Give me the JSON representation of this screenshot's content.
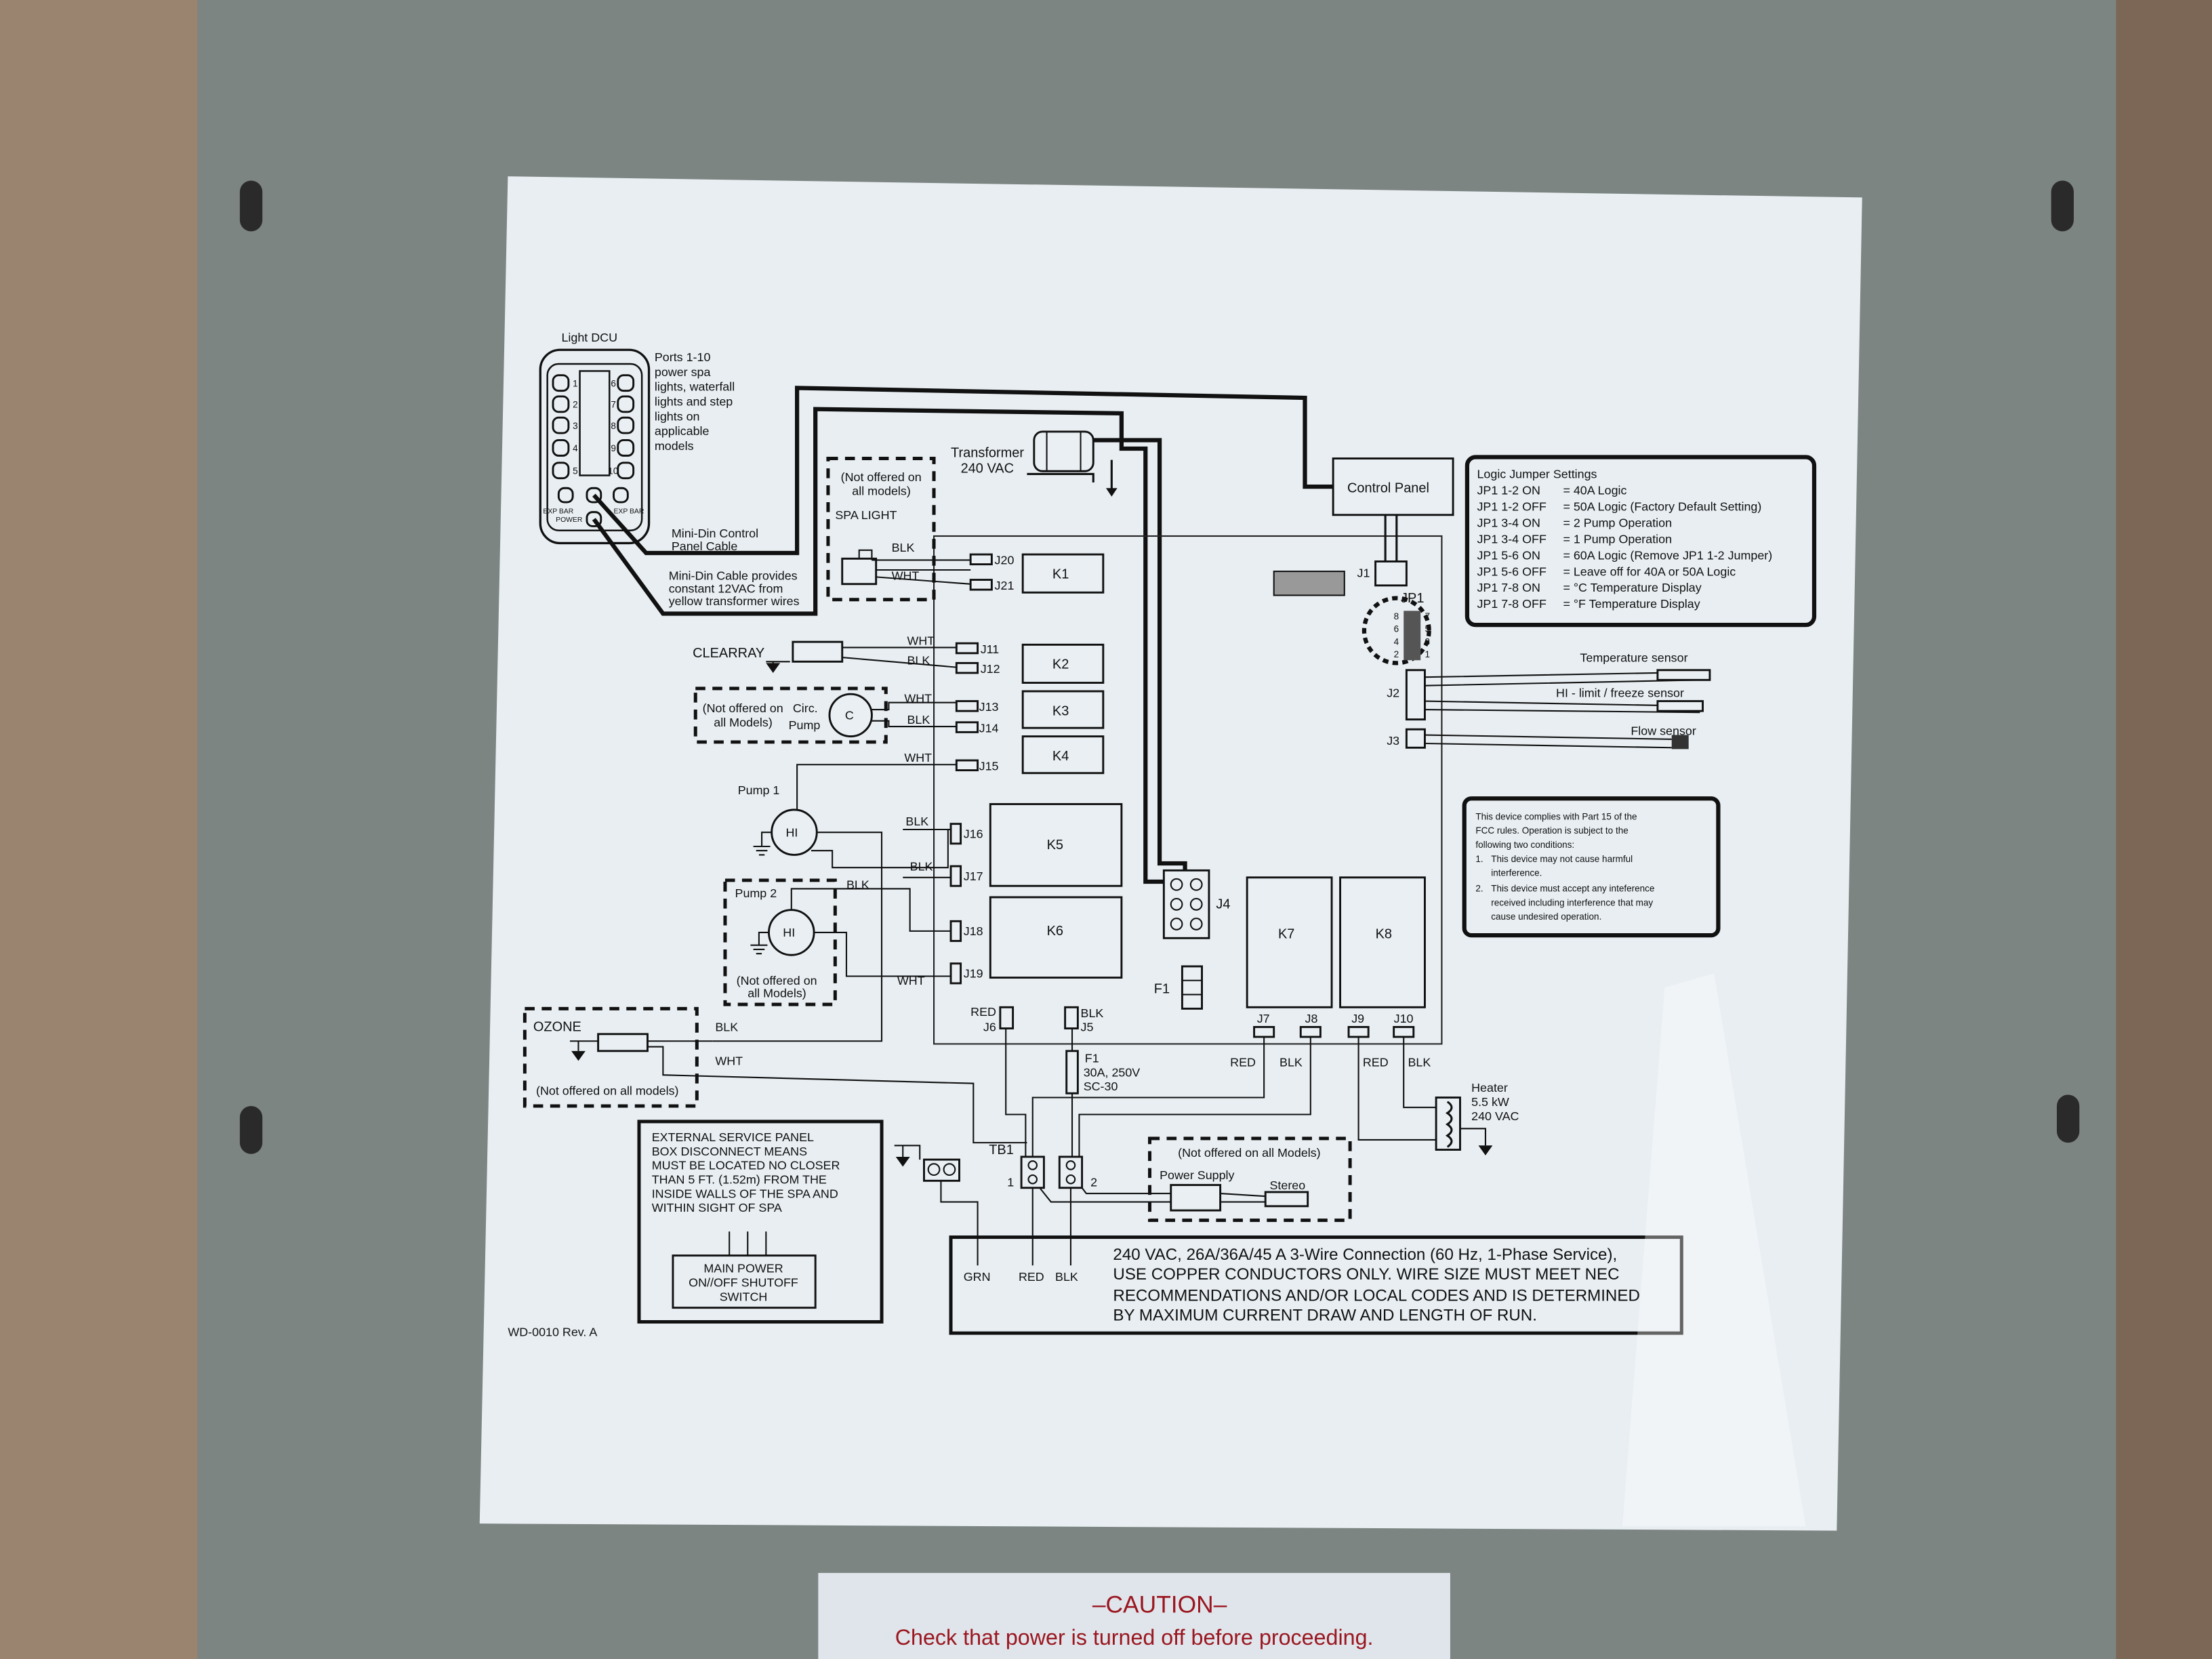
{
  "light_dcu": {
    "title": "Light DCU",
    "ports_left": [
      "1",
      "2",
      "3",
      "4",
      "5"
    ],
    "ports_right": [
      "6",
      "7",
      "8",
      "9",
      "10"
    ],
    "exp_bar_label": "EXP BAR",
    "power_label": "POWER",
    "description": [
      "Ports 1-10",
      "power spa",
      "lights, waterfall",
      "lights and step",
      "lights on",
      "applicable",
      "models"
    ],
    "control_cable_label": [
      "Mini-Din Control",
      "Panel Cable"
    ],
    "power_cable_label": [
      "Mini-Din Cable provides",
      "constant 12VAC from",
      "yellow transformer wires"
    ]
  },
  "transformer": {
    "label": [
      "Transformer",
      "240 VAC"
    ]
  },
  "control_panel": {
    "label": "Control Panel",
    "connector": "J1",
    "jumper": "JP1",
    "jumper_pins": [
      "8",
      "7",
      "6",
      "5",
      "4",
      "3",
      "2",
      "1"
    ]
  },
  "logic_jumpers": {
    "title": "Logic Jumper Settings",
    "rows": [
      {
        "setting": "JP1 1-2 ON",
        "value": "= 40A Logic"
      },
      {
        "setting": "JP1 1-2 OFF",
        "value": "= 50A Logic (Factory Default Setting)"
      },
      {
        "setting": "JP1 3-4 ON",
        "value": "= 2 Pump Operation"
      },
      {
        "setting": "JP1 3-4 OFF",
        "value": "= 1 Pump Operation"
      },
      {
        "setting": "JP1 5-6 ON",
        "value": "= 60A Logic (Remove JP1 1-2 Jumper)"
      },
      {
        "setting": "JP1 5-6 OFF",
        "value": "= Leave off for 40A or 50A Logic"
      },
      {
        "setting": "JP1 7-8 ON",
        "value": "= °C Temperature Display"
      },
      {
        "setting": "JP1 7-8 OFF",
        "value": "= °F Temperature Display"
      }
    ]
  },
  "sensors": {
    "j2": "J2",
    "j3": "J3",
    "temperature": "Temperature sensor",
    "hi_limit": "HI - limit / freeze sensor",
    "flow": "Flow sensor"
  },
  "fcc": {
    "lines": [
      "This device complies with Part 15 of the",
      "FCC rules.  Operation is subject to the",
      "following two conditions:"
    ],
    "items": [
      {
        "num": "1.",
        "lines": [
          "This device may not cause harmful",
          "interference."
        ]
      },
      {
        "num": "2.",
        "lines": [
          "This device must accept any inteference",
          "received including interference that may",
          "cause undesired operation."
        ]
      }
    ]
  },
  "spa_light": {
    "note": [
      "(Not offered on",
      "all models)"
    ],
    "label": "SPA LIGHT",
    "blk": "BLK",
    "wht": "WHT",
    "j20": "J20",
    "j21": "J21"
  },
  "relays": [
    "K1",
    "K2",
    "K3",
    "K4",
    "K5",
    "K6",
    "K7",
    "K8"
  ],
  "clearray": {
    "label": "CLEARRAY",
    "wht": "WHT",
    "blk": "BLK",
    "j11": "J11",
    "j12": "J12"
  },
  "circ_pump": {
    "note": [
      "(Not offered on",
      "all Models)"
    ],
    "label": [
      "Circ.",
      "Pump"
    ],
    "symbol": "C",
    "wht": "WHT",
    "blk": "BLK",
    "j13": "J13",
    "j14": "J14",
    "wht2": "WHT",
    "j15": "J15"
  },
  "pump1": {
    "label": "Pump 1",
    "symbol": "HI",
    "blk": "BLK",
    "blk2": "BLK",
    "j16": "J16",
    "j17": "J17"
  },
  "pump2": {
    "label": "Pump 2",
    "symbol": "HI",
    "note": [
      "(Not offered on",
      "all Models)"
    ],
    "blk": "BLK",
    "wht": "WHT",
    "j18": "J18",
    "j19": "J19"
  },
  "ozone": {
    "label": "OZONE",
    "note": "(Not offered on all models)",
    "blk": "BLK",
    "wht": "WHT"
  },
  "j4": "J4",
  "f1_board": "F1",
  "j6": {
    "color": "RED",
    "label": "J6"
  },
  "j5": {
    "color": "BLK",
    "label": "J5"
  },
  "fuse": {
    "label": "F1",
    "rating": "30A, 250V",
    "type": "SC-30"
  },
  "heater_connectors": [
    {
      "label": "J7",
      "wire": "RED"
    },
    {
      "label": "J8",
      "wire": "BLK"
    },
    {
      "label": "J9",
      "wire": "RED"
    },
    {
      "label": "J10",
      "wire": "BLK"
    }
  ],
  "heater": {
    "label": [
      "Heater",
      "5.5 kW",
      "240 VAC"
    ]
  },
  "tb1": {
    "label": "TB1",
    "term1": "1",
    "term2": "2"
  },
  "stereo_option": {
    "note": "(Not offered on all Models)",
    "power_supply": "Power Supply",
    "stereo": "Stereo"
  },
  "service_panel": {
    "lines": [
      "EXTERNAL SERVICE PANEL",
      "BOX DISCONNECT MEANS",
      "MUST BE LOCATED NO CLOSER",
      "THAN 5 FT. (1.52m) FROM THE",
      "INSIDE WALLS OF THE SPA AND",
      "WITHIN SIGHT OF SPA"
    ],
    "switch": [
      "MAIN POWER",
      "ON//OFF SHUTOFF",
      "SWITCH"
    ]
  },
  "supply_wires": [
    "GRN",
    "RED",
    "BLK"
  ],
  "supply_note": [
    "240 VAC, 26A/36A/45 A 3-Wire Connection (60 Hz, 1-Phase Service),",
    "USE COPPER CONDUCTORS ONLY. WIRE SIZE MUST MEET NEC",
    "RECOMMENDATIONS AND/OR LOCAL CODES AND IS DETERMINED",
    "BY MAXIMUM CURRENT DRAW AND LENGTH OF RUN."
  ],
  "drawing_number": "WD-0010 Rev. A",
  "caution": {
    "title": "–CAUTION–",
    "message": "Check that power is turned off before proceeding."
  },
  "colors": {
    "panel": "#7d8582",
    "label": "#e8eef2",
    "ink": "#111111",
    "caution_red": "#9b1620",
    "wood": "#8a7360"
  }
}
